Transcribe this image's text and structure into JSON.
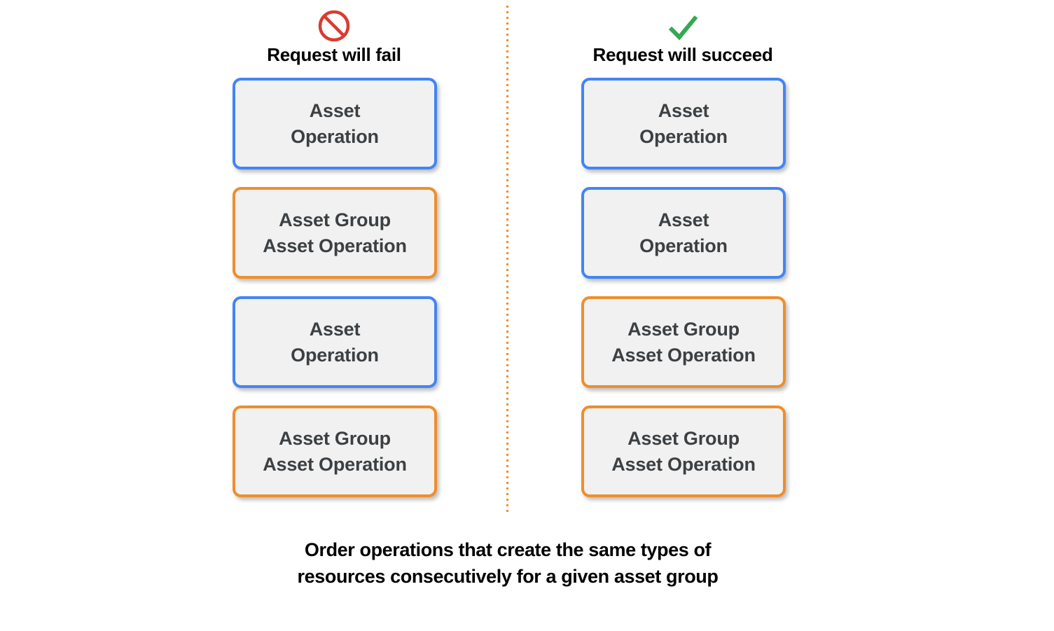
{
  "diagram": {
    "background_color": "#ffffff",
    "divider": {
      "name": "dotted-divider",
      "color": "#ef8e2c",
      "style": "dotted-vertical"
    },
    "colors": {
      "card_blue_border": "#4285f4",
      "card_orange_border": "#ef8e2c",
      "card_fill": "#f1f1f1",
      "card_text": "#3c4043",
      "fail_icon": "#d93b30",
      "succeed_icon": "#34a853",
      "caption_text": "#000000"
    },
    "columns": [
      {
        "id": "fail",
        "icon": "prohibition-icon",
        "label": "Request will fail",
        "cards": [
          {
            "color": "blue",
            "lines": [
              "Asset",
              "Operation"
            ]
          },
          {
            "color": "orange",
            "lines": [
              "Asset Group",
              "Asset Operation"
            ]
          },
          {
            "color": "blue",
            "lines": [
              "Asset",
              "Operation"
            ]
          },
          {
            "color": "orange",
            "lines": [
              "Asset Group",
              "Asset Operation"
            ]
          }
        ]
      },
      {
        "id": "succeed",
        "icon": "check-icon",
        "label": "Request will succeed",
        "cards": [
          {
            "color": "blue",
            "lines": [
              "Asset",
              "Operation"
            ]
          },
          {
            "color": "blue",
            "lines": [
              "Asset",
              "Operation"
            ]
          },
          {
            "color": "orange",
            "lines": [
              "Asset Group",
              "Asset Operation"
            ]
          },
          {
            "color": "orange",
            "lines": [
              "Asset Group",
              "Asset Operation"
            ]
          }
        ]
      }
    ],
    "caption": {
      "line1": "Order operations that create the same types of",
      "line2": "resources consecutively for a given asset group"
    }
  }
}
